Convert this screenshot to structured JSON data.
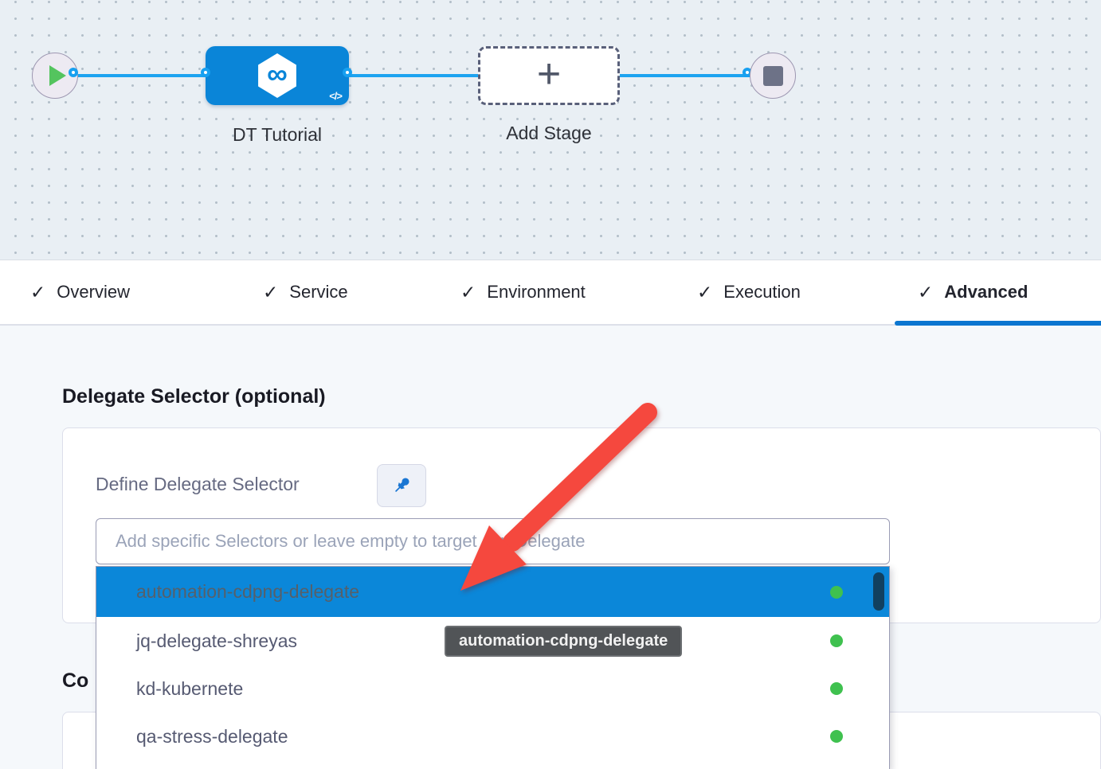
{
  "canvas": {
    "stage": {
      "label": "DT Tutorial"
    },
    "add_stage": {
      "label": "Add Stage"
    }
  },
  "tabs": {
    "items": [
      {
        "label": "Overview",
        "active": false
      },
      {
        "label": "Service",
        "active": false
      },
      {
        "label": "Environment",
        "active": false
      },
      {
        "label": "Execution",
        "active": false
      },
      {
        "label": "Advanced",
        "active": true
      }
    ],
    "check_glyph": "✓"
  },
  "panel": {
    "heading": "Delegate Selector (optional)",
    "define_label": "Define Delegate Selector",
    "selector_input": {
      "value": "",
      "placeholder": "Add specific Selectors or leave empty to target any Delegate"
    },
    "dropdown": {
      "highlighted_item": "automation-cdpng-delegate",
      "items": [
        {
          "name": "automation-cdpng-delegate"
        },
        {
          "name": "jq-delegate-shreyas"
        },
        {
          "name": "kd-kubernete"
        },
        {
          "name": "qa-stress-delegate"
        }
      ]
    },
    "tooltip_text": "automation-cdpng-delegate",
    "next_heading_partial": "Co"
  },
  "icons": {
    "play_icon": "green triangle",
    "stop_icon": "dark square",
    "plus_icon": "+",
    "infinity_icon": "∞",
    "code_icon": "</>",
    "pin_icon": "blue pushpin",
    "status_dot": "green circle"
  },
  "colors": {
    "stage_blue": "#0a85d8",
    "highlight_blue": "#0b87d9",
    "connector_blue": "#1da3f0",
    "tab_underline_blue": "#0b76d0",
    "status_green": "#3fc14f",
    "annotation_red": "#f5483e",
    "tooltip_gray": "#515457",
    "scroll_thumb_navy": "#11405f"
  }
}
